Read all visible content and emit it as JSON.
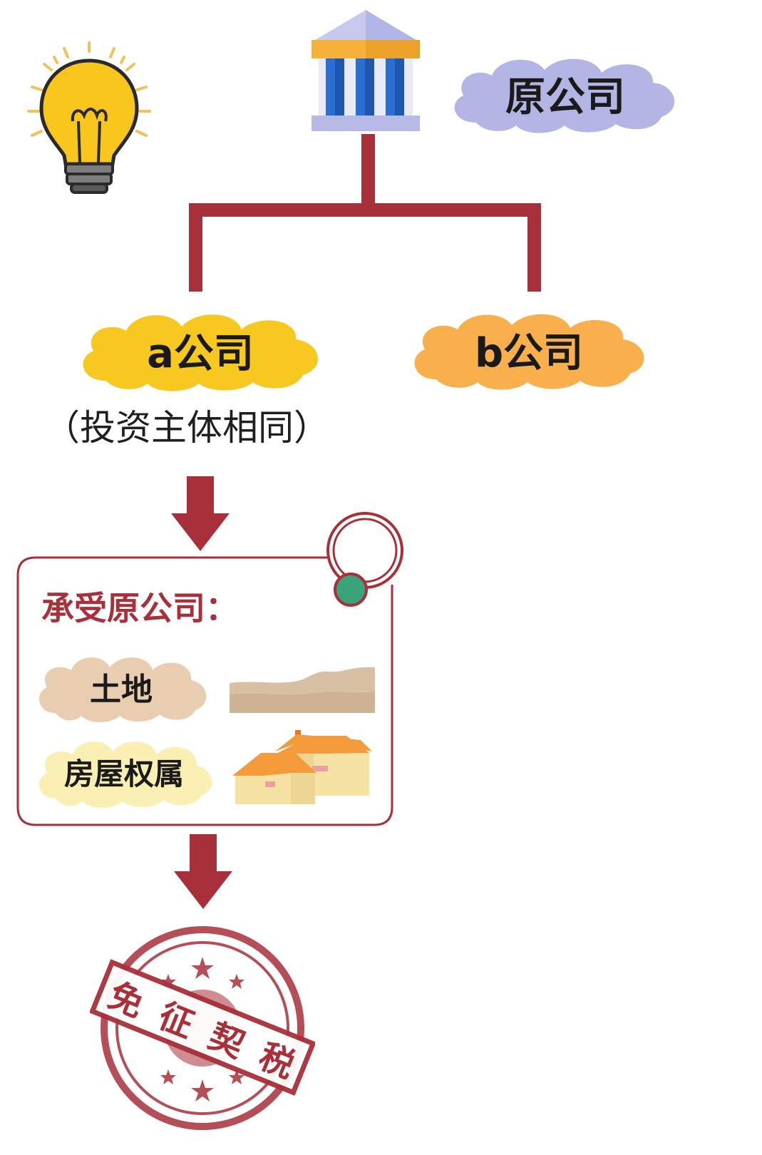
{
  "top": {
    "parent_label": "原公司"
  },
  "branches": [
    {
      "label": "a公司",
      "color": "#f7c820"
    },
    {
      "label": "b公司",
      "color": "#f9b04c"
    }
  ],
  "note": "（投资主体相同）",
  "card": {
    "heading": "承受原公司：",
    "items": [
      {
        "label": "土地",
        "color": "#e9cdb0"
      },
      {
        "label": "房屋权属",
        "color": "#fbf0b4"
      }
    ]
  },
  "stamp": {
    "text": [
      "免",
      "征",
      "契",
      "税"
    ]
  },
  "colors": {
    "connector": "#a8303a",
    "parent_cloud": "#b3b6e4",
    "stamp": "#a8303a"
  }
}
